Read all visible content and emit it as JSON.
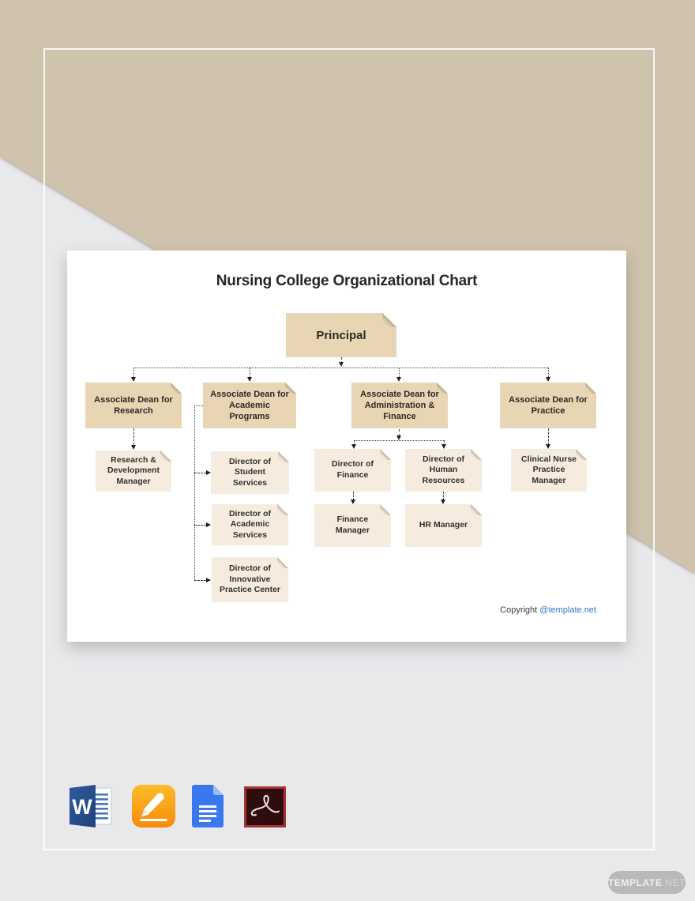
{
  "org_chart": {
    "title": "Nursing College Organizational Chart",
    "principal": {
      "label": "Principal"
    },
    "deans": [
      {
        "label": "Associate Dean for Research",
        "reports": [
          {
            "label": "Research & Development Manager"
          }
        ]
      },
      {
        "label": "Associate Dean for Academic Programs",
        "reports": [
          {
            "label": "Director of Student Services"
          },
          {
            "label": "Director of Academic Services"
          },
          {
            "label": "Director of Innovative Practice Center"
          }
        ]
      },
      {
        "label": "Associate Dean for Administration & Finance",
        "reports": [
          {
            "label": "Director of Finance",
            "reports": [
              {
                "label": "Finance Manager"
              }
            ]
          },
          {
            "label": "Director of Human Resources",
            "reports": [
              {
                "label": "HR Manager"
              }
            ]
          }
        ]
      },
      {
        "label": "Associate Dean for Practice",
        "reports": [
          {
            "label": "Clinical Nurse Practice Manager"
          }
        ]
      }
    ],
    "copyright": {
      "prefix": "Copyright",
      "link_text": "@template.net"
    }
  },
  "app_icons": [
    {
      "name": "microsoft-word-icon",
      "letter": "W"
    },
    {
      "name": "apple-pages-icon"
    },
    {
      "name": "google-docs-icon"
    },
    {
      "name": "adobe-acrobat-icon"
    }
  ],
  "watermark": {
    "brand": "TEMPLATE",
    "tld": ".NET"
  },
  "colors": {
    "beige_bg": "#d0c3ad",
    "gray_bg": "#e9e9ec",
    "node_dark": "#e8d5b4",
    "node_light": "#f5ecdf",
    "link_blue": "#2e79cc",
    "badge_gray": "#b9b9b9"
  }
}
